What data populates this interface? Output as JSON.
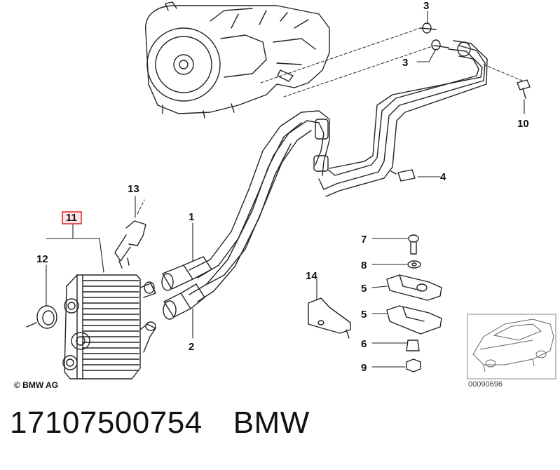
{
  "diagram": {
    "callouts": {
      "c1": "1",
      "c2": "2",
      "c3a": "3",
      "c3b": "3",
      "c4": "4",
      "c5a": "5",
      "c5b": "5",
      "c6": "6",
      "c7": "7",
      "c8": "8",
      "c9": "9",
      "c10": "10",
      "c11": "11",
      "c12": "12",
      "c13": "13",
      "c14": "14"
    },
    "highlight_color": "#d9262b",
    "copyright": "© BMW AG",
    "thumbnail_id": "00090696"
  },
  "caption": {
    "part_number": "17107500754",
    "brand": "BMW"
  }
}
